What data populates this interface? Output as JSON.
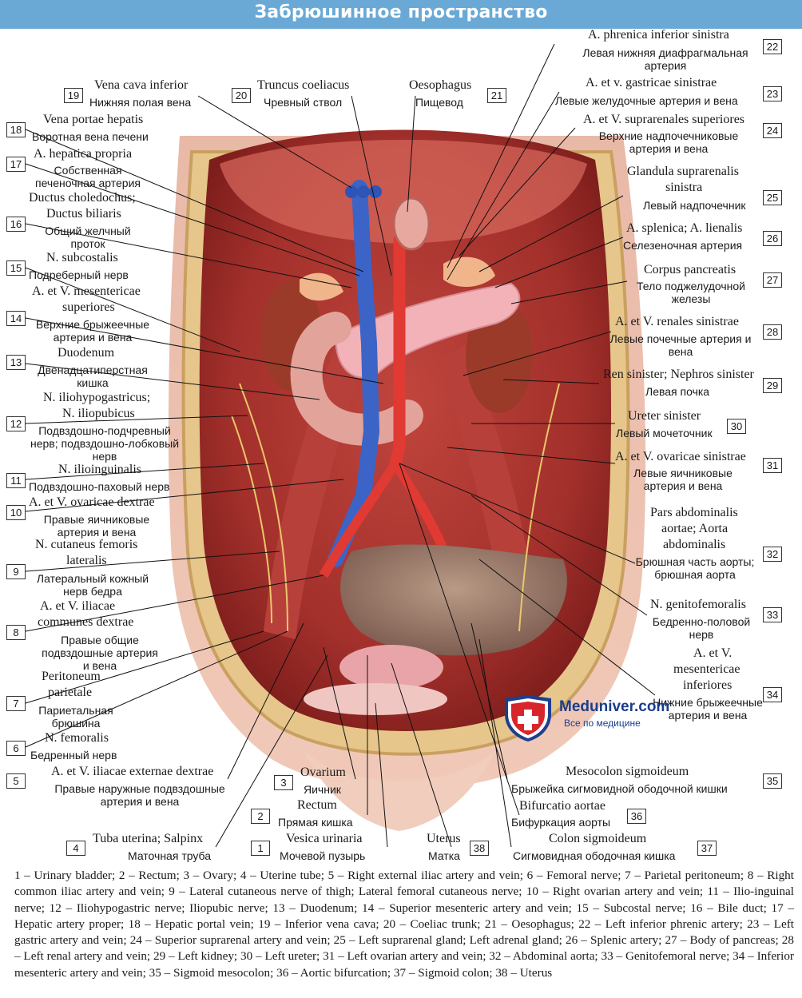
{
  "title": "Забрюшинное пространство",
  "labels": [
    {
      "num": "1",
      "lat": [
        "Vesica urinaria"
      ],
      "rus": "Мочевой пузырь"
    },
    {
      "num": "2",
      "lat": [
        "Rectum"
      ],
      "rus": "Прямая кишка"
    },
    {
      "num": "3",
      "lat": [
        "Ovarium"
      ],
      "rus": "Яичник"
    },
    {
      "num": "4",
      "lat": [
        "Tuba uterina; Salpinx"
      ],
      "rus": "Маточная труба"
    },
    {
      "num": "5",
      "lat": [
        "A. et V. iliacae externae dextrae"
      ],
      "rus": "Правые наружные подвздошные артерия и вена"
    },
    {
      "num": "6",
      "lat": [
        "N. femoralis"
      ],
      "rus": "Бедренный нерв"
    },
    {
      "num": "7",
      "lat": [
        "Peritoneum",
        "parietale"
      ],
      "rus": "Париетальная брюшина"
    },
    {
      "num": "8",
      "lat": [
        "A. et V. iliacae",
        "communes dextrae"
      ],
      "rus": "Правые общие подвздошные артерия и вена"
    },
    {
      "num": "9",
      "lat": [
        "N. cutaneus femoris",
        "lateralis"
      ],
      "rus": "Латеральный кожный нерв бедра"
    },
    {
      "num": "10",
      "lat": [
        "A. et V. ovaricae dextrae"
      ],
      "rus": "Правые яичниковые артерия и вена"
    },
    {
      "num": "11",
      "lat": [
        "N. ilioinguinalis"
      ],
      "rus": "Подвздошно-паховый нерв"
    },
    {
      "num": "12",
      "lat": [
        "N. iliohypogastricus;",
        "N. iliopubicus"
      ],
      "rus": "Подвздошно-подчревный нерв; подвздошно-лобковый нерв"
    },
    {
      "num": "13",
      "lat": [
        "Duodenum"
      ],
      "rus": "Двенадцатиперстная кишка"
    },
    {
      "num": "14",
      "lat": [
        "A. et V. mesentericae",
        "superiores"
      ],
      "rus": "Верхние брыжеечные артерия и вена"
    },
    {
      "num": "15",
      "lat": [
        "N. subcostalis"
      ],
      "rus": "Подреберный нерв"
    },
    {
      "num": "16",
      "lat": [
        "Ductus choledochus;",
        "Ductus biliaris"
      ],
      "rus": "Общий желчный проток"
    },
    {
      "num": "17",
      "lat": [
        "A. hepatica propria"
      ],
      "rus": "Собственная печеночная артерия"
    },
    {
      "num": "18",
      "lat": [
        "Vena portae hepatis"
      ],
      "rus": "Воротная вена печени"
    },
    {
      "num": "19",
      "lat": [
        "Vena cava inferior"
      ],
      "rus": "Нижняя полая вена"
    },
    {
      "num": "20",
      "lat": [
        "Truncus coeliacus"
      ],
      "rus": "Чревный ствол"
    },
    {
      "num": "21",
      "lat": [
        "Oesophagus"
      ],
      "rus": "Пищевод"
    },
    {
      "num": "22",
      "lat": [
        "A. phrenica inferior sinistra"
      ],
      "rus": "Левая нижняя диафрагмальная артерия"
    },
    {
      "num": "23",
      "lat": [
        "A. et v. gastricae sinistrae"
      ],
      "rus": "Левые желудочные артерия и вена"
    },
    {
      "num": "24",
      "lat": [
        "A. et V. suprarenales superiores"
      ],
      "rus": "Верхние надпочечниковые артерия и вена"
    },
    {
      "num": "25",
      "lat": [
        "Glandula suprarenalis",
        "sinistra"
      ],
      "rus": "Левый надпочечник"
    },
    {
      "num": "26",
      "lat": [
        "A. splenica; A. lienalis"
      ],
      "rus": "Селезеночная артерия"
    },
    {
      "num": "27",
      "lat": [
        "Corpus pancreatis"
      ],
      "rus": "Тело поджелудочной железы"
    },
    {
      "num": "28",
      "lat": [
        "A. et V. renales sinistrae"
      ],
      "rus": "Левые почечные артерия и вена"
    },
    {
      "num": "29",
      "lat": [
        "Ren sinister; Nephros sinister"
      ],
      "rus": "Левая почка"
    },
    {
      "num": "30",
      "lat": [
        "Ureter sinister"
      ],
      "rus": "Левый мочеточник"
    },
    {
      "num": "31",
      "lat": [
        "A. et V. ovaricae sinistrae"
      ],
      "rus": "Левые яичниковые артерия и вена"
    },
    {
      "num": "32",
      "lat": [
        "Pars abdominalis",
        "aortae; Aorta",
        "abdominalis"
      ],
      "rus": "Брюшная часть аорты; брюшная аорта"
    },
    {
      "num": "33",
      "lat": [
        "N. genitofemoralis"
      ],
      "rus": "Бедренно-половой нерв"
    },
    {
      "num": "34",
      "lat": [
        "A. et V.",
        "mesentericae",
        "inferiores"
      ],
      "rus": "Нижние брыжеечные артерия и вена"
    },
    {
      "num": "35",
      "lat": [
        "Mesocolon sigmoideum"
      ],
      "rus": "Брыжейка сигмовидной ободочной кишки"
    },
    {
      "num": "36",
      "lat": [
        "Bifurcatio aortae"
      ],
      "rus": "Бифуркация аорты"
    },
    {
      "num": "37",
      "lat": [
        "Colon sigmoideum"
      ],
      "rus": "Сигмовидная ободочная кишка"
    },
    {
      "num": "38",
      "lat": [
        "Uterus"
      ],
      "rus": "Матка"
    }
  ],
  "logo": {
    "title": "Meduniver.com",
    "subtitle": "Все по медицине"
  },
  "caption": "1 – Urinary bladder; 2 – Rectum; 3 – Ovary; 4 – Uterine tube; 5 – Right external iliac artery and vein; 6 – Femoral nerve; 7 – Parietal peritoneum; 8 – Right common iliac artery and vein; 9 – Lateral cutaneous nerve of thigh; Lateral femoral cutaneous nerve; 10 – Right ovarian artery and vein; 11 – Ilio-inguinal nerve; 12 – Iliohypogastric nerve; Iliopubic nerve; 13 – Duodenum; 14 – Superior mesenteric artery and vein; 15 – Subcostal nerve; 16 – Bile duct; 17 – Hepatic artery proper; 18 – Hepatic portal vein; 19 – Inferior vena cava; 20 – Coeliac trunk; 21 – Oesophagus; 22 – Left inferior phrenic artery; 23 – Left gastric artery and vein; 24 – Superior suprarenal artery and vein; 25 – Left suprarenal gland; Left adrenal gland; 26 – Splenic artery; 27 – Body of pancreas; 28 – Left renal artery and vein; 29 – Left kidney; 30 – Left ureter; 31 – Left ovarian artery and vein; 32 – Abdominal aorta; 33 – Genitofemoral nerve; 34 – Inferior mesenteric artery and vein; 35 – Sigmoid mesocolon; 36 – Aortic bifurcation; 37 – Sigmoid colon; 38 – Uterus"
}
